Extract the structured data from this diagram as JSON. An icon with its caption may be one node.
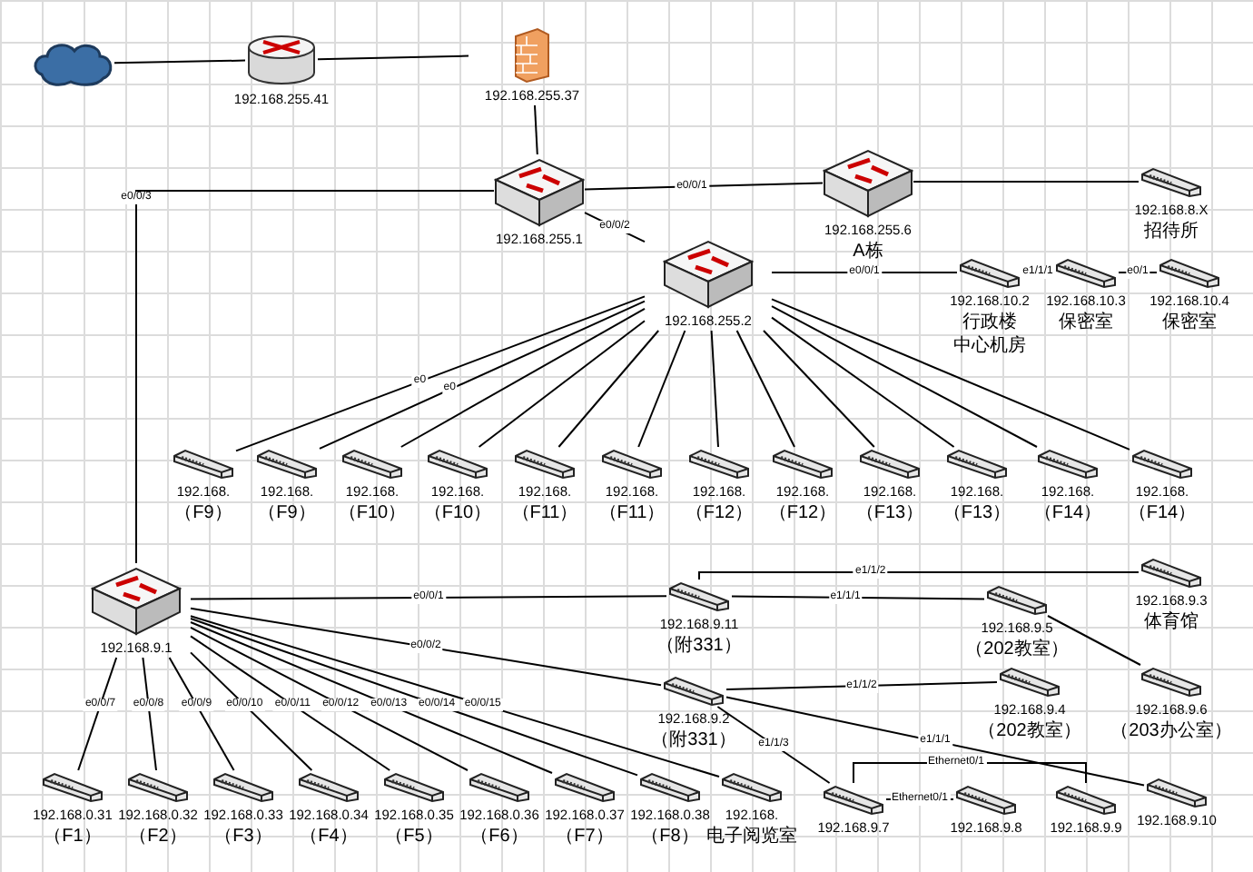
{
  "diagram": {
    "nodes": [
      {
        "text": [],
        "shape": "cloud"
      },
      {
        "text": [
          "192.168.255.41"
        ]
      },
      {
        "text": [
          "192.168.255.37"
        ]
      },
      {
        "text": [
          "192.168.255.1"
        ]
      },
      {
        "text": [
          "192.168.255.6",
          "A栋"
        ]
      },
      {
        "text": [
          "192.168.8.X",
          "招待所"
        ]
      },
      {
        "text": [
          "192.168.255.2"
        ]
      },
      {
        "text": [
          "192.168.10.2",
          "行政楼",
          "中心机房"
        ]
      },
      {
        "text": [
          "192.168.10.3",
          "保密室"
        ]
      },
      {
        "text": [
          "192.168.10.4",
          "保密室"
        ]
      },
      {
        "text": [
          "192.168.",
          "（F9）"
        ]
      },
      {
        "text": [
          "192.168.",
          "（F9）"
        ]
      },
      {
        "text": [
          "192.168.",
          "（F10）"
        ]
      },
      {
        "text": [
          "192.168.",
          "（F10）"
        ]
      },
      {
        "text": [
          "192.168.",
          "（F11）"
        ]
      },
      {
        "text": [
          "192.168.",
          "（F11）"
        ]
      },
      {
        "text": [
          "192.168.",
          "（F12）"
        ]
      },
      {
        "text": [
          "192.168.",
          "（F12）"
        ]
      },
      {
        "text": [
          "192.168.",
          "（F13）"
        ]
      },
      {
        "text": [
          "192.168.",
          "（F13）"
        ]
      },
      {
        "text": [
          "192.168.",
          "（F14）"
        ]
      },
      {
        "text": [
          "192.168.",
          "（F14）"
        ]
      },
      {
        "text": [
          "192.168.9.1"
        ]
      },
      {
        "text": [
          "192.168.9.11",
          "（附331）"
        ]
      },
      {
        "text": [
          "192.168.9.3",
          "体育馆"
        ]
      },
      {
        "text": [
          "192.168.9.5",
          "（202教室）"
        ]
      },
      {
        "text": [
          "192.168.9.6",
          "（203办公室）"
        ]
      },
      {
        "text": [
          "192.168.9.2",
          "（附331）"
        ]
      },
      {
        "text": [
          "192.168.9.4",
          "（202教室）"
        ]
      },
      {
        "text": [
          "192.168.9.10"
        ]
      },
      {
        "text": [
          "192.168.9.7"
        ]
      },
      {
        "text": [
          "192.168.9.8"
        ]
      },
      {
        "text": [
          "192.168.9.9"
        ]
      },
      {
        "text": [
          "192.168.0.31",
          "（F1）"
        ]
      },
      {
        "text": [
          "192.168.0.32",
          "（F2）"
        ]
      },
      {
        "text": [
          "192.168.0.33",
          "（F3）"
        ]
      },
      {
        "text": [
          "192.168.0.34",
          "（F4）"
        ]
      },
      {
        "text": [
          "192.168.0.35",
          "（F5）"
        ]
      },
      {
        "text": [
          "192.168.0.36",
          "（F6）"
        ]
      },
      {
        "text": [
          "192.168.0.37",
          "（F7）"
        ]
      },
      {
        "text": [
          "192.168.0.38",
          "（F8）"
        ]
      },
      {
        "text": [
          "192.168.",
          "电子阅览室"
        ]
      }
    ],
    "edges": [
      {
        "from": 0,
        "to": 1,
        "arrow": "none"
      },
      {
        "from": 1,
        "to": 2,
        "arrow": "none"
      },
      {
        "from": 2,
        "to": 3,
        "arrow": "none"
      },
      {
        "from": 3,
        "to": 4,
        "arrow": "none",
        "label": "e0/0/1"
      },
      {
        "from": 4,
        "to": 5,
        "arrow": "none"
      },
      {
        "from": 3,
        "to": 6,
        "arrow": "none",
        "label": "e0/0/2"
      },
      {
        "from": 3,
        "to": 22,
        "arrow": "none",
        "label": "e0/0/3"
      },
      {
        "from": 6,
        "to": 7,
        "arrow": "none",
        "label": "e0/0/1"
      },
      {
        "from": 7,
        "to": 8,
        "arrow": "none",
        "label": "e1/1/1"
      },
      {
        "from": 8,
        "to": 9,
        "arrow": "none",
        "label": "e0/1"
      },
      {
        "from": 6,
        "to": 10,
        "arrow": "none",
        "label": "e0"
      },
      {
        "from": 6,
        "to": 11,
        "arrow": "none",
        "label": "e0"
      },
      {
        "from": 6,
        "to": 12,
        "arrow": "none"
      },
      {
        "from": 6,
        "to": 13,
        "arrow": "none"
      },
      {
        "from": 6,
        "to": 14,
        "arrow": "none"
      },
      {
        "from": 6,
        "to": 15,
        "arrow": "none"
      },
      {
        "from": 6,
        "to": 16,
        "arrow": "none"
      },
      {
        "from": 6,
        "to": 17,
        "arrow": "none"
      },
      {
        "from": 6,
        "to": 18,
        "arrow": "none"
      },
      {
        "from": 6,
        "to": 19,
        "arrow": "none"
      },
      {
        "from": 6,
        "to": 20,
        "arrow": "none"
      },
      {
        "from": 6,
        "to": 21,
        "arrow": "none"
      },
      {
        "from": 22,
        "to": 23,
        "arrow": "none",
        "label": "e0/0/1"
      },
      {
        "from": 23,
        "to": 24,
        "arrow": "none",
        "label": "e1/1/2"
      },
      {
        "from": 23,
        "to": 25,
        "arrow": "none",
        "label": "e1/1/1"
      },
      {
        "from": 25,
        "to": 26,
        "arrow": "none"
      },
      {
        "from": 22,
        "to": 27,
        "arrow": "none",
        "label": "e0/0/2"
      },
      {
        "from": 27,
        "to": 28,
        "arrow": "none",
        "label": "e1/1/2"
      },
      {
        "from": 27,
        "to": 30,
        "arrow": "none",
        "label": "e1/1/3"
      },
      {
        "from": 27,
        "to": 29,
        "arrow": "none",
        "label": "e1/1/1"
      },
      {
        "from": 30,
        "to": 32,
        "arrow": "none",
        "label": "Ethernet0/1"
      },
      {
        "from": 30,
        "to": 31,
        "arrow": "none",
        "label": "Ethernet0/1"
      },
      {
        "from": 22,
        "to": 33,
        "arrow": "none",
        "label": "e0/0/7"
      },
      {
        "from": 22,
        "to": 34,
        "arrow": "none",
        "label": "e0/0/8"
      },
      {
        "from": 22,
        "to": 35,
        "arrow": "none",
        "label": "e0/0/9"
      },
      {
        "from": 22,
        "to": 36,
        "arrow": "none",
        "label": "e0/0/10"
      },
      {
        "from": 22,
        "to": 37,
        "arrow": "none",
        "label": "e0/0/11"
      },
      {
        "from": 22,
        "to": 38,
        "arrow": "none",
        "label": "e0/0/12"
      },
      {
        "from": 22,
        "to": 39,
        "arrow": "none",
        "label": "e0/0/13"
      },
      {
        "from": 22,
        "to": 40,
        "arrow": "none",
        "label": "e0/0/14"
      },
      {
        "from": 22,
        "to": 41,
        "arrow": "none",
        "label": "e0/0/15"
      }
    ]
  }
}
